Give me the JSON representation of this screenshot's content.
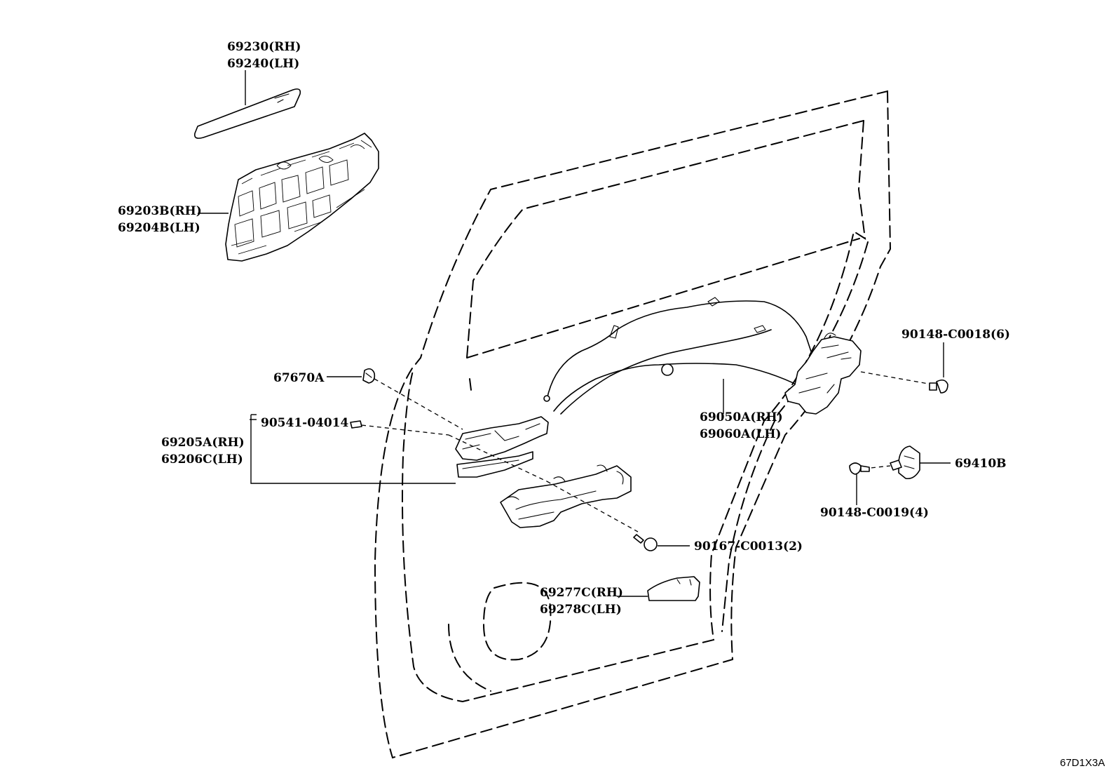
{
  "diagram_code": "67D1X3A",
  "labels": {
    "outside_handle_pad_rh": "69230(RH)",
    "outside_handle_pad_lh": "69240(LH)",
    "handle_frame_rh": "69203B(RH)",
    "handle_frame_lh": "69204B(LH)",
    "cap": "67670A",
    "screw_outer": "90541-04014",
    "inside_handle_rh": "69205A(RH)",
    "inside_handle_lh": "69206C(LH)",
    "lock_cable_rh": "69050A(RH)",
    "lock_cable_lh": "69060A(LH)",
    "lock_screw": "90148-C0018(6)",
    "striker": "69410B",
    "striker_screw": "90148-C0019(4)",
    "handle_screw": "90167-C0013(2)",
    "bezel_rh": "69277C(RH)",
    "bezel_lh": "69278C(LH)"
  }
}
